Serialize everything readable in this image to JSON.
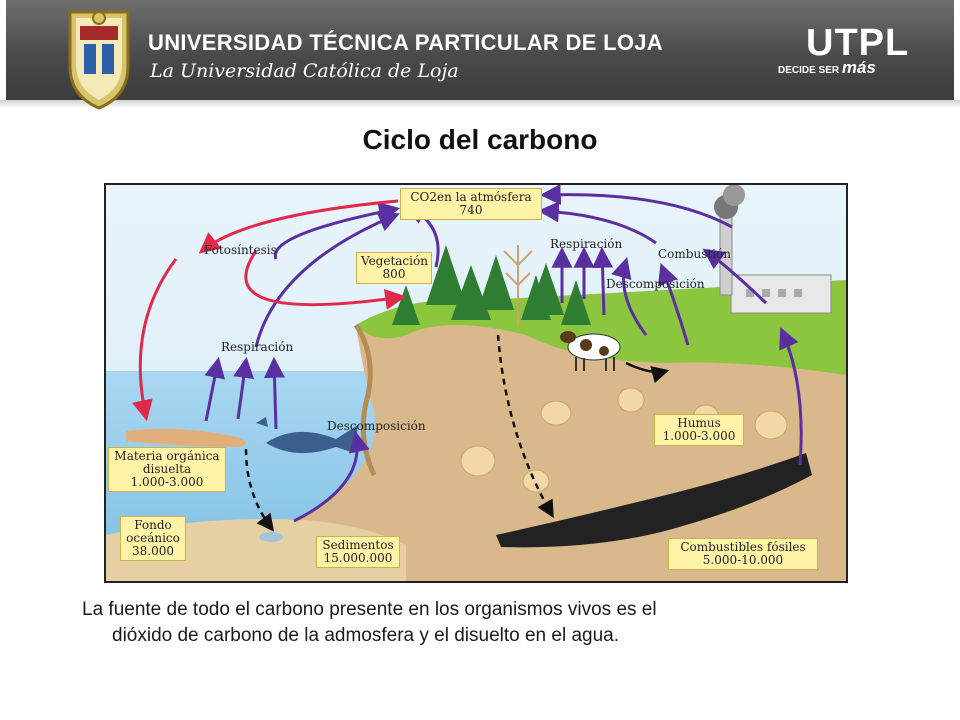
{
  "header": {
    "university_name": "UNIVERSIDAD TÉCNICA PARTICULAR DE LOJA",
    "tagline": "La Universidad Católica de Loja",
    "brand": "UTPL",
    "brand_tag_prefix": "DECIDE SER",
    "brand_tag_word": "más"
  },
  "slide": {
    "title": "Ciclo del carbono",
    "caption_line1": "La fuente de todo el  carbono presente en los organismos vivos es el",
    "caption_line2": "dióxido de carbono de la admosfera y el disuelto en el agua."
  },
  "diagram": {
    "co2_label": "CO2en la atmósfera",
    "co2_value": "740",
    "fotosintesis": "Fotosíntesis",
    "vegetacion_label": "Vegetación",
    "vegetacion_value": "800",
    "respiracion_sea": "Respiración",
    "respiracion_land": "Respiración",
    "combustion": "Combustión",
    "descomposicion_land": "Descomposición",
    "descomposicion_sea": "Descomposición",
    "materia_label1": "Materia orgánica",
    "materia_label2": "disuelta",
    "materia_value": "1.000-3.000",
    "humus_label": "Humus",
    "humus_value": "1.000-3.000",
    "fondo_label1": "Fondo",
    "fondo_label2": "oceánico",
    "fondo_value": "38.000",
    "sedimentos_label": "Sedimentos",
    "sedimentos_value": "15.000.000",
    "combustibles_label": "Combustibles  fósiles",
    "combustibles_value": "5.000-10.000"
  },
  "colors": {
    "banner": "#4a4a4a",
    "box_fill": "#fff3a8",
    "arrow_red": "#e0294b",
    "arrow_purple": "#5a2fa0",
    "sea": "#9fd0ee",
    "soil": "#d9b98c",
    "grass": "#8cc63f"
  }
}
